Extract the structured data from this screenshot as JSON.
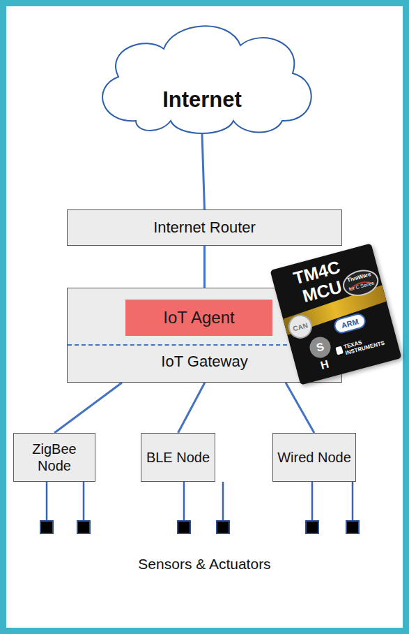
{
  "diagram": {
    "nodes": [
      {
        "text": [
          "Internet"
        ]
      },
      {
        "text": [
          "Internet Router"
        ]
      },
      {
        "text": [
          "IoT Gateway"
        ]
      },
      {
        "text": [
          "IoT Agent"
        ],
        "in": 2
      },
      {
        "text": [
          "ZigBee Node"
        ]
      },
      {
        "text": [
          "BLE Node"
        ]
      },
      {
        "text": [
          "Wired Node"
        ]
      }
    ],
    "edges": [
      {
        "from": 0,
        "to": 1,
        "arrow": "none"
      },
      {
        "from": 1,
        "to": 2,
        "arrow": "none"
      },
      {
        "from": 2,
        "to": 4,
        "arrow": "none"
      },
      {
        "from": 2,
        "to": 5,
        "arrow": "none"
      },
      {
        "from": 2,
        "to": 6,
        "arrow": "none"
      }
    ],
    "labels": [
      "TM4C",
      "MCU",
      "TivaWare",
      "for C Series",
      "CAN",
      "ARM",
      "S",
      "H",
      "TEXAS INSTRUMENTS",
      "Sensors & Actuators"
    ]
  }
}
